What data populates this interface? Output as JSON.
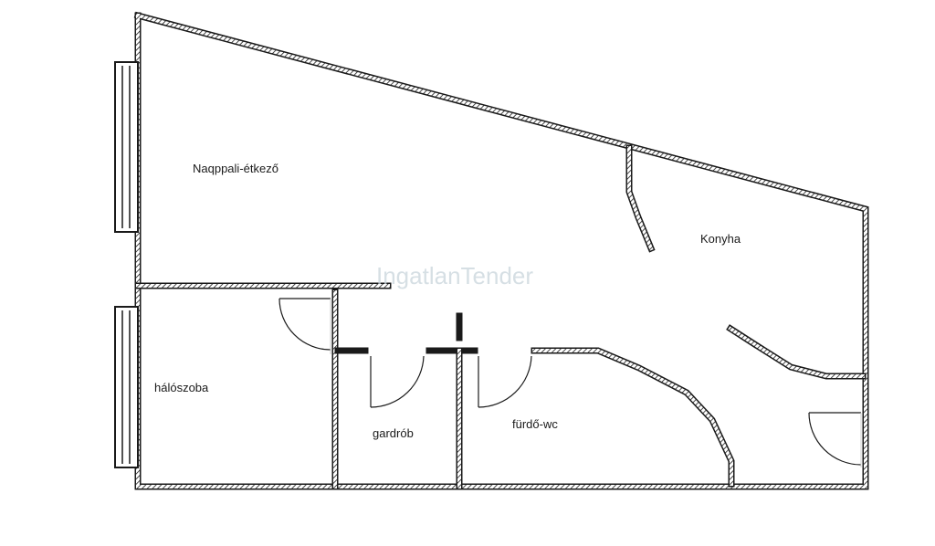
{
  "plan": {
    "watermark": "IngatlanTender",
    "rooms": {
      "living": "Naqppali-étkező",
      "kitchen": "Konyha",
      "bedroom": "hálószoba",
      "wardrobe": "gardrób",
      "bathroom": "fürdő-wc"
    },
    "colors": {
      "wall": "#1a1a1a",
      "background": "#ffffff",
      "watermark": "#c9d5dc"
    }
  }
}
